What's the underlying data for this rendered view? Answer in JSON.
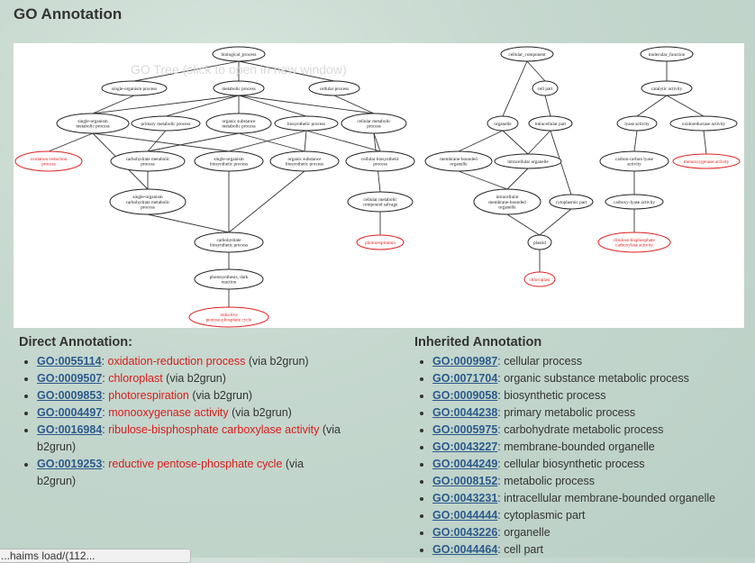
{
  "page": {
    "title": "GO Annotation",
    "tree_link": "GO Tree (click to open in new window)"
  },
  "tree": {
    "nodes": [
      {
        "id": "bp",
        "lines": [
          "biological_process"
        ],
        "red": false
      },
      {
        "id": "sop",
        "lines": [
          "single-organism process"
        ],
        "red": false
      },
      {
        "id": "mp",
        "lines": [
          "metabolic process"
        ],
        "red": false
      },
      {
        "id": "cp",
        "lines": [
          "cellular process"
        ],
        "red": false
      },
      {
        "id": "somp",
        "lines": [
          "single-organism",
          "metabolic process"
        ],
        "red": false
      },
      {
        "id": "pmp",
        "lines": [
          "primary metabolic process"
        ],
        "red": false
      },
      {
        "id": "osmp",
        "lines": [
          "organic substance",
          "metabolic process"
        ],
        "red": false
      },
      {
        "id": "bsp",
        "lines": [
          "biosynthetic process"
        ],
        "red": false
      },
      {
        "id": "cmp",
        "lines": [
          "cellular metabolic",
          "process"
        ],
        "red": false
      },
      {
        "id": "orp",
        "lines": [
          "oxidation-reduction",
          "process"
        ],
        "red": true
      },
      {
        "id": "chmp",
        "lines": [
          "carbohydrate metabolic",
          "process"
        ],
        "red": false
      },
      {
        "id": "sobp",
        "lines": [
          "single-organism",
          "biosynthetic process"
        ],
        "red": false
      },
      {
        "id": "osbp",
        "lines": [
          "organic substance",
          "biosynthetic process"
        ],
        "red": false
      },
      {
        "id": "cbp",
        "lines": [
          "cellular biosynthetic",
          "process"
        ],
        "red": false
      },
      {
        "id": "socmp",
        "lines": [
          "single-organism",
          "carbohydrate metabolic",
          "process"
        ],
        "red": false
      },
      {
        "id": "cmcs",
        "lines": [
          "cellular metabolic",
          "compound salvage"
        ],
        "red": false
      },
      {
        "id": "pr",
        "lines": [
          "photorespiration"
        ],
        "red": true
      },
      {
        "id": "chbp",
        "lines": [
          "carbohydrate",
          "biosynthetic process"
        ],
        "red": false
      },
      {
        "id": "pdr",
        "lines": [
          "photosynthesis, dark",
          "reaction"
        ],
        "red": false
      },
      {
        "id": "rppc",
        "lines": [
          "reductive",
          "pentose-phosphate cycle"
        ],
        "red": true
      },
      {
        "id": "cc",
        "lines": [
          "cellular_component"
        ],
        "red": false
      },
      {
        "id": "cpart",
        "lines": [
          "cell part"
        ],
        "red": false
      },
      {
        "id": "org",
        "lines": [
          "organelle"
        ],
        "red": false
      },
      {
        "id": "icp",
        "lines": [
          "intracellular part"
        ],
        "red": false
      },
      {
        "id": "mbo",
        "lines": [
          "membrane-bounded",
          "organelle"
        ],
        "red": false
      },
      {
        "id": "ico",
        "lines": [
          "intracellular organelle"
        ],
        "red": false
      },
      {
        "id": "imbo",
        "lines": [
          "intracellular",
          "membrane-bounded",
          "organelle"
        ],
        "red": false
      },
      {
        "id": "cyp",
        "lines": [
          "cytoplasmic part"
        ],
        "red": false
      },
      {
        "id": "plastid",
        "lines": [
          "plastid"
        ],
        "red": false
      },
      {
        "id": "chl",
        "lines": [
          "chloroplast"
        ],
        "red": true
      },
      {
        "id": "mf",
        "lines": [
          "molecular_function"
        ],
        "red": false
      },
      {
        "id": "ca",
        "lines": [
          "catalytic activity"
        ],
        "red": false
      },
      {
        "id": "la",
        "lines": [
          "lyase activity"
        ],
        "red": false
      },
      {
        "id": "oa",
        "lines": [
          "oxidoreductase activity"
        ],
        "red": false
      },
      {
        "id": "ccla",
        "lines": [
          "carbon-carbon lyase",
          "activity"
        ],
        "red": false
      },
      {
        "id": "mooa",
        "lines": [
          "monooxygenase activity"
        ],
        "red": true
      },
      {
        "id": "cxla",
        "lines": [
          "carboxy-lyase activity"
        ],
        "red": false
      },
      {
        "id": "rbpc",
        "lines": [
          "ribulose-bisphosphate",
          "carboxylase activity"
        ],
        "red": true
      }
    ],
    "edges": [
      [
        "bp",
        "sop"
      ],
      [
        "bp",
        "mp"
      ],
      [
        "bp",
        "cp"
      ],
      [
        "sop",
        "somp"
      ],
      [
        "mp",
        "somp"
      ],
      [
        "mp",
        "pmp"
      ],
      [
        "mp",
        "osmp"
      ],
      [
        "mp",
        "bsp"
      ],
      [
        "mp",
        "cmp"
      ],
      [
        "cp",
        "cmp"
      ],
      [
        "somp",
        "orp"
      ],
      [
        "somp",
        "socmp"
      ],
      [
        "somp",
        "sobp"
      ],
      [
        "pmp",
        "chmp"
      ],
      [
        "osmp",
        "chmp"
      ],
      [
        "osmp",
        "osbp"
      ],
      [
        "bsp",
        "sobp"
      ],
      [
        "bsp",
        "osbp"
      ],
      [
        "bsp",
        "cbp"
      ],
      [
        "cmp",
        "cbp"
      ],
      [
        "cmp",
        "cmcs"
      ],
      [
        "chmp",
        "socmp"
      ],
      [
        "socmp",
        "chbp"
      ],
      [
        "sobp",
        "chbp"
      ],
      [
        "osbp",
        "chbp"
      ],
      [
        "cmcs",
        "pr"
      ],
      [
        "chbp",
        "pdr"
      ],
      [
        "pdr",
        "rppc"
      ],
      [
        "cc",
        "cpart"
      ],
      [
        "cc",
        "org"
      ],
      [
        "cpart",
        "icp"
      ],
      [
        "org",
        "mbo"
      ],
      [
        "org",
        "ico"
      ],
      [
        "icp",
        "ico"
      ],
      [
        "icp",
        "cyp"
      ],
      [
        "mbo",
        "imbo"
      ],
      [
        "ico",
        "imbo"
      ],
      [
        "imbo",
        "plastid"
      ],
      [
        "cyp",
        "plastid"
      ],
      [
        "plastid",
        "chl"
      ],
      [
        "mf",
        "ca"
      ],
      [
        "ca",
        "la"
      ],
      [
        "ca",
        "oa"
      ],
      [
        "la",
        "ccla"
      ],
      [
        "oa",
        "mooa"
      ],
      [
        "ccla",
        "cxla"
      ],
      [
        "cxla",
        "rbpc"
      ]
    ]
  },
  "direct": {
    "heading": "Direct Annotation:",
    "items": [
      {
        "id": "GO:0055114",
        "sep": ": ",
        "term": "oxidation-reduction process",
        "via": " (via b2grun)"
      },
      {
        "id": "GO:0009507",
        "sep": ": ",
        "term": "chloroplast",
        "via": " (via b2grun)"
      },
      {
        "id": "GO:0009853",
        "sep": ": ",
        "term": "photorespiration",
        "via": " (via b2grun)"
      },
      {
        "id": "GO:0004497",
        "sep": ": ",
        "term": "monooxygenase activity",
        "via": " (via b2grun)"
      },
      {
        "id": "GO:0016984",
        "sep": ": ",
        "term": "ribulose-bisphosphate carboxylase activity",
        "via": " (via b2grun)"
      },
      {
        "id": "GO:0019253",
        "sep": ": ",
        "term": "reductive pentose-phosphate cycle",
        "via": " (via b2grun)"
      }
    ]
  },
  "inherited": {
    "heading": "Inherited Annotation",
    "items": [
      {
        "id": "GO:0009987",
        "term": ": cellular process"
      },
      {
        "id": "GO:0071704",
        "term": ": organic substance metabolic process"
      },
      {
        "id": "GO:0009058",
        "term": ": biosynthetic process"
      },
      {
        "id": "GO:0044238",
        "term": ": primary metabolic process"
      },
      {
        "id": "GO:0005975",
        "term": ": carbohydrate metabolic process"
      },
      {
        "id": "GO:0043227",
        "term": ": membrane-bounded organelle"
      },
      {
        "id": "GO:0044249",
        "term": ": cellular biosynthetic process"
      },
      {
        "id": "GO:0008152",
        "term": ": metabolic process"
      },
      {
        "id": "GO:0043231",
        "term": ": intracellular membrane-bounded organelle"
      },
      {
        "id": "GO:0044444",
        "term": ": cytoplasmic part"
      },
      {
        "id": "GO:0043226",
        "term": ": organelle"
      },
      {
        "id": "GO:0044464",
        "term": ": cell part"
      }
    ]
  },
  "status": "...haims load/(112..."
}
